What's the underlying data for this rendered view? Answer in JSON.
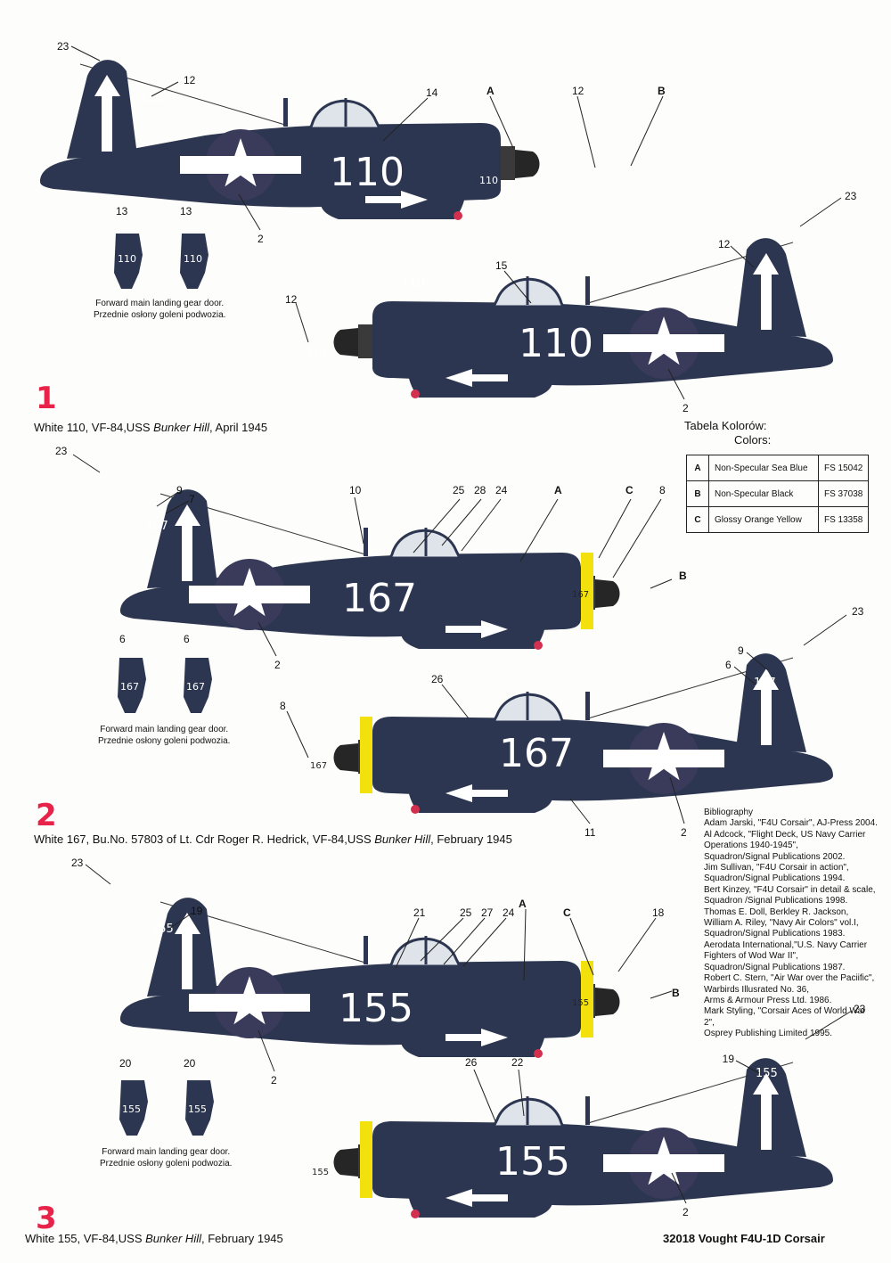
{
  "title": "32018 Vought F4U-1D Corsair",
  "colors": {
    "sea_blue": "#2c3650",
    "black": "#262626",
    "orange_yellow": "#f3e10e",
    "insignia_red": "#d2304e",
    "number_red": "#e8234a"
  },
  "schemes": [
    {
      "number": "1",
      "caption_prefix": "White 110, VF-84,USS ",
      "caption_ship": "Bunker Hill",
      "caption_suffix": ", April 1945",
      "tail_code": "110",
      "door_code": "110",
      "door_labels": [
        "13",
        "13"
      ],
      "callouts": {
        "left": [
          "23",
          "12",
          "14",
          "2",
          "A",
          "12",
          "B"
        ],
        "right": [
          "23",
          "12",
          "15",
          "12",
          "2"
        ]
      }
    },
    {
      "number": "2",
      "caption_prefix": "White 167, Bu.No. 57803 of Lt. Cdr Roger R. Hedrick, VF-84,USS ",
      "caption_ship": "Bunker Hill",
      "caption_suffix": ", February 1945",
      "tail_code": "167",
      "door_code": "167",
      "door_labels": [
        "6",
        "6"
      ],
      "callouts": {
        "left": [
          "23",
          "9",
          "7",
          "10",
          "25",
          "28",
          "24",
          "A",
          "C",
          "8",
          "B",
          "2"
        ],
        "right": [
          "23",
          "9",
          "6",
          "26",
          "8",
          "11",
          "2"
        ]
      }
    },
    {
      "number": "3",
      "caption_prefix": "White 155, VF-84,USS ",
      "caption_ship": "Bunker Hill",
      "caption_suffix": ", February 1945",
      "tail_code": "155",
      "door_code": "155",
      "door_labels": [
        "20",
        "20"
      ],
      "callouts": {
        "left": [
          "23",
          "19",
          "21",
          "25",
          "27",
          "24",
          "A",
          "C",
          "18",
          "B",
          "2"
        ],
        "right": [
          "23",
          "19",
          "26",
          "22",
          "2"
        ]
      }
    }
  ],
  "door_note": [
    "Forward main landing gear door.",
    "Przednie osłony goleni podwozia."
  ],
  "color_table": {
    "title_pl": "Tabela Kolorów:",
    "title_en": "Colors:",
    "rows": [
      {
        "key": "A",
        "name": "Non-Specular Sea Blue",
        "fs": "FS 15042"
      },
      {
        "key": "B",
        "name": "Non-Specular Black",
        "fs": "FS 37038"
      },
      {
        "key": "C",
        "name": "Glossy Orange Yellow",
        "fs": "FS 13358"
      }
    ]
  },
  "bibliography": {
    "heading": "Bibliography",
    "lines": [
      "Adam Jarski, \"F4U Corsair\", AJ-Press 2004.",
      "Al Adcock, \"Flight Deck, US Navy Carrier",
      "Operations 1940-1945\",",
      "Squadron/Signal Publications 2002.",
      "Jim Sullivan, \"F4U Corsair in action\",",
      "Squadron/Signal Publications 1994.",
      "Bert Kinzey, \"F4U Corsair\" in detail & scale,",
      "Squadron /Signal Publications 1998.",
      "Thomas E. Doll, Berkley R. Jackson,",
      "William A. Riley, \"Navy Air Colors\" vol.I,",
      "Squadron/Signal Publications 1983.",
      "Aerodata International,\"U.S. Navy Carrier",
      "Fighters of Wod War II\",",
      "Squadron/Signal Publications 1987.",
      "Robert C. Stern, \"Air War over the Paciific\",",
      "Warbirds Illusrated No. 36,",
      "Arms & Armour Press Ltd. 1986.",
      "Mark Styling, \"Corsair Aces of World War 2\",",
      "Osprey Publishing Limited 1995."
    ]
  }
}
